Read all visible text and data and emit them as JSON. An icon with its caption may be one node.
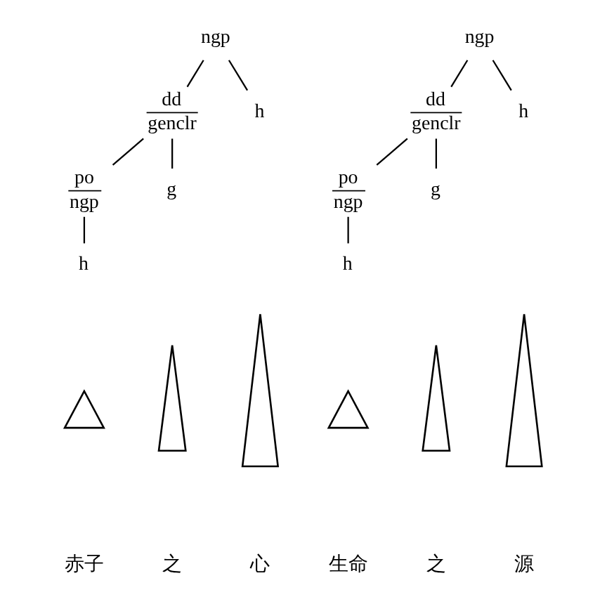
{
  "diagram": {
    "nodes": [
      {
        "text": [
          "ngp"
        ]
      },
      {
        "text": [
          "dd",
          "genclr"
        ]
      },
      {
        "text": [
          "h"
        ]
      },
      {
        "text": [
          "po",
          "ngp"
        ]
      },
      {
        "text": [
          "g"
        ]
      },
      {
        "text": [
          "h"
        ]
      },
      {
        "text": [],
        "shape": "triangle"
      },
      {
        "text": [],
        "shape": "triangle"
      },
      {
        "text": [],
        "shape": "triangle"
      },
      {
        "text": [
          "赤子"
        ]
      },
      {
        "text": [
          "之"
        ]
      },
      {
        "text": [
          "心"
        ]
      },
      {
        "text": [
          "ngp"
        ]
      },
      {
        "text": [
          "dd",
          "genclr"
        ]
      },
      {
        "text": [
          "h"
        ]
      },
      {
        "text": [
          "po",
          "ngp"
        ]
      },
      {
        "text": [
          "g"
        ]
      },
      {
        "text": [
          "h"
        ]
      },
      {
        "text": [],
        "shape": "triangle"
      },
      {
        "text": [],
        "shape": "triangle"
      },
      {
        "text": [],
        "shape": "triangle"
      },
      {
        "text": [
          "生命"
        ]
      },
      {
        "text": [
          "之"
        ]
      },
      {
        "text": [
          "源"
        ]
      }
    ],
    "edges": [
      {
        "from": 0,
        "to": 1,
        "arrow": "none"
      },
      {
        "from": 0,
        "to": 2,
        "arrow": "none"
      },
      {
        "from": 1,
        "to": 3,
        "arrow": "none"
      },
      {
        "from": 1,
        "to": 4,
        "arrow": "none"
      },
      {
        "from": 3,
        "to": 5,
        "arrow": "none"
      },
      {
        "from": 12,
        "to": 13,
        "arrow": "none"
      },
      {
        "from": 12,
        "to": 14,
        "arrow": "none"
      },
      {
        "from": 13,
        "to": 15,
        "arrow": "none"
      },
      {
        "from": 13,
        "to": 16,
        "arrow": "none"
      },
      {
        "from": 15,
        "to": 17,
        "arrow": "none"
      }
    ]
  }
}
